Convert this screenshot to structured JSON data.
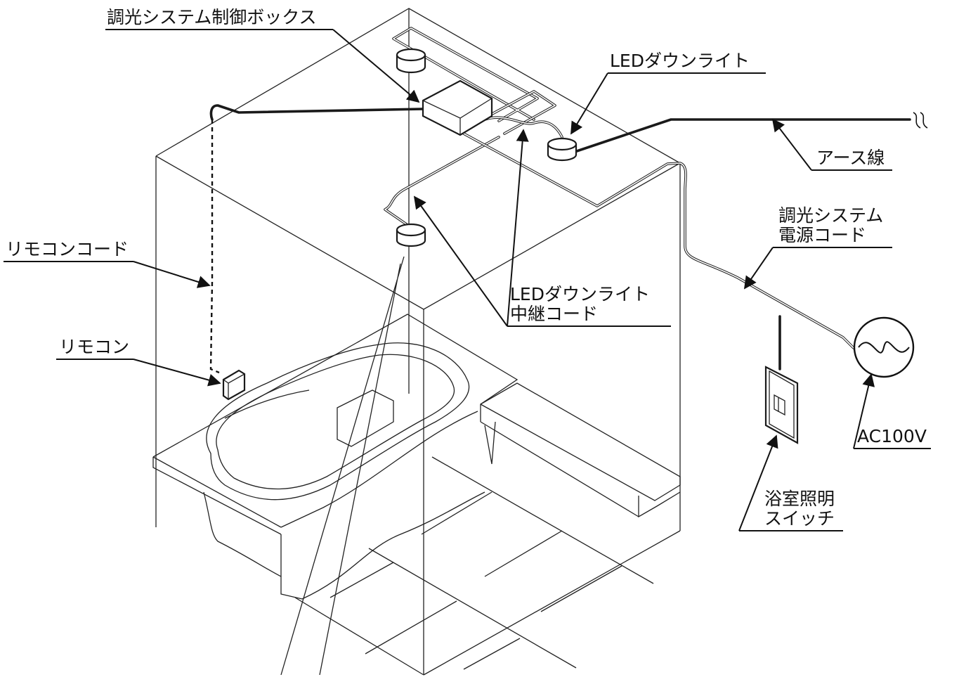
{
  "labels": {
    "control_box": "調光システム制御ボックス",
    "led_downlight": "LEDダウンライト",
    "earth_wire": "アース線",
    "power_cord_line1": "調光システム",
    "power_cord_line2": "電源コード",
    "remote_cord": "リモコンコード",
    "relay_cord_line1": "LEDダウンライト",
    "relay_cord_line2": "中継コード",
    "remote": "リモコン",
    "ac": "AC100V",
    "switch_line1": "浴室照明",
    "switch_line2": "スイッチ"
  }
}
